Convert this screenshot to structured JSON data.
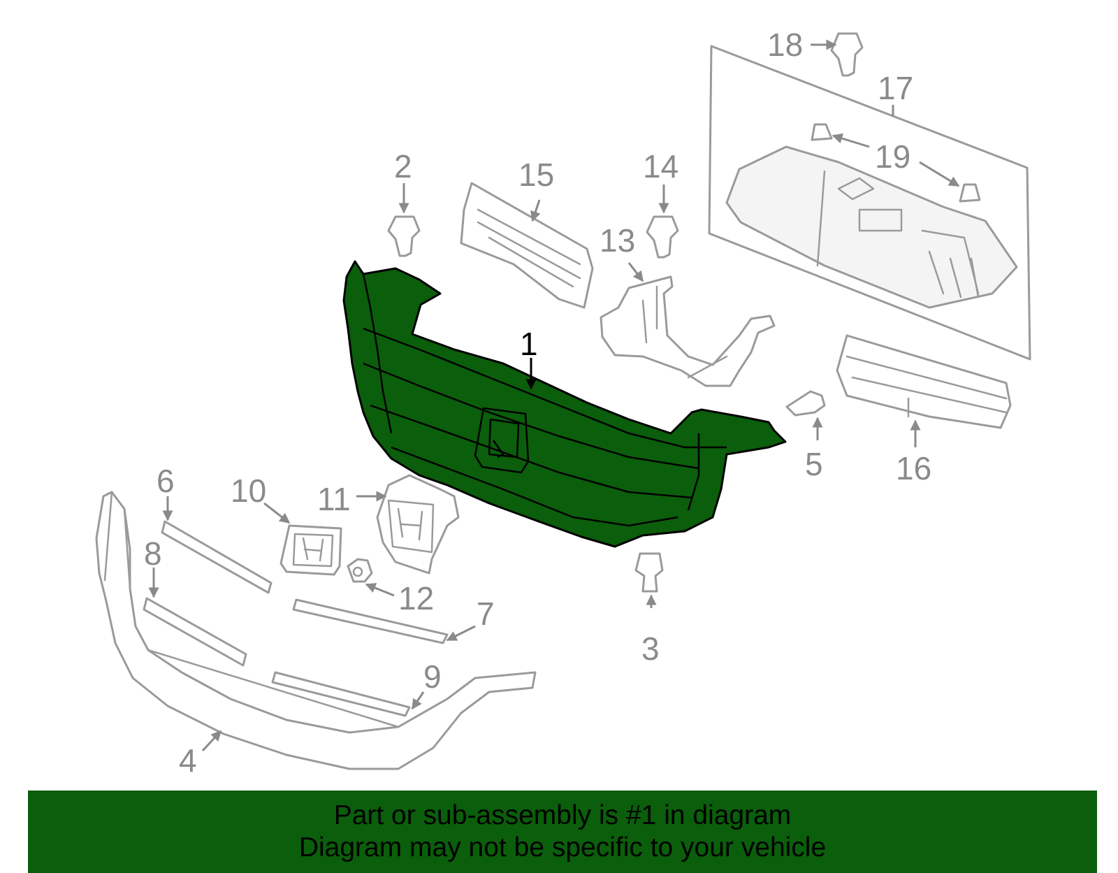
{
  "banner": {
    "line1": "Part or sub-assembly is #1 in diagram",
    "line2": "Diagram may not be specific to your vehicle"
  },
  "callouts": [
    "1",
    "2",
    "3",
    "4",
    "5",
    "6",
    "7",
    "8",
    "9",
    "10",
    "11",
    "12",
    "13",
    "14",
    "15",
    "16",
    "17",
    "18",
    "19"
  ],
  "colors": {
    "highlight": "#0b5e0b",
    "line": "#9a9a9a",
    "label": "#8a8a8a"
  }
}
